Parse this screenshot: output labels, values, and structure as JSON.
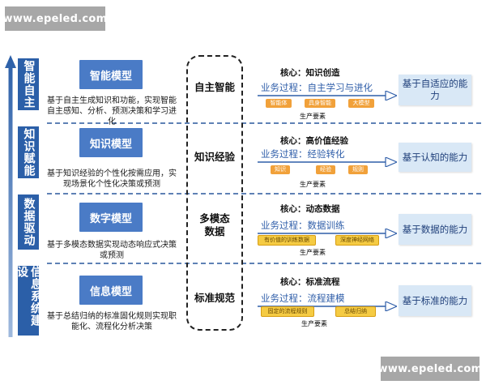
{
  "watermark_top": "www.epeled.com",
  "watermark_bottom": "www.epeled.com",
  "stages": [
    {
      "side_label": "智能自主",
      "model": "智能模型",
      "desc": "基于自主生成知识和功能，实现智能自主感知、分析、预测决策和学习进化",
      "center": "自主智能",
      "core": "核心：知识创造",
      "process": "业务过程：自主学习与进化",
      "tags": [
        "智能体",
        "具身智能",
        "大模型"
      ],
      "factor": "生产要素",
      "capability": "基于自适应的能力"
    },
    {
      "side_label": "知识赋能",
      "model": "知识模型",
      "desc": "基于知识经验的个性化按需应用，实现场景化个性化决策或预测",
      "center": "知识经验",
      "core": "核心：高价值经验",
      "process": "业务过程：经验转化",
      "tags": [
        "知识",
        "经验",
        "规则"
      ],
      "factor": "生产要素",
      "capability": "基于认知的能力"
    },
    {
      "side_label": "数据驱动",
      "model": "数字模型",
      "desc": "基于多模态数据实现动态响应式决策或预测",
      "center": "多模态数据",
      "core": "核心：动态数据",
      "process": "业务过程：数据训练",
      "tags": [
        "有价值的训练数据",
        "深度神经网络"
      ],
      "factor": "生产要素",
      "capability": "基于数据的能力"
    },
    {
      "side_label": "信息系统建设",
      "model": "信息模型",
      "desc": "基于总结归纳的标准固化规则实现职能化、流程化分析决策",
      "center": "标准规范",
      "core": "核心：标准流程",
      "process": "业务过程：流程建模",
      "tags": [
        "固定的流程规则",
        "总结归纳"
      ],
      "factor": "生产要素",
      "capability": "基于标准的能力"
    }
  ],
  "colors": {
    "rail_blue": "#2b5fa8",
    "model_blue": "#4a7bc6",
    "process_blue": "#2f5ea9",
    "capability_bg": "#d9e8f6",
    "tag_orange": "#f1a13a",
    "tag_yellow": "#f5cb43"
  }
}
